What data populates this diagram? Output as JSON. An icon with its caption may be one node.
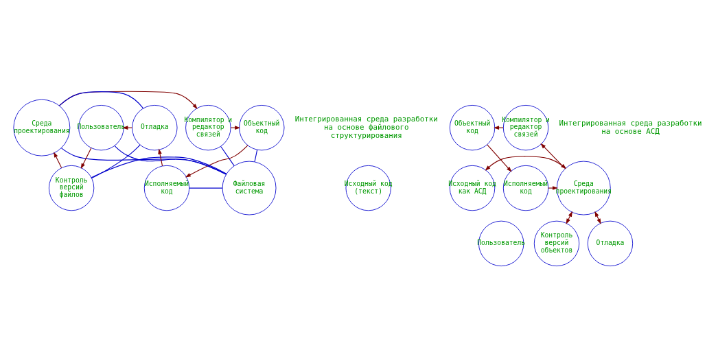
{
  "diagram": {
    "nodes": [
      {
        "text": [
          "Среда проектирования"
        ]
      },
      {
        "text": [
          "Компилятор и редактор связей"
        ]
      },
      {
        "text": [
          "Исходный код (текст)"
        ]
      },
      {
        "text": [
          "Объектный код"
        ]
      },
      {
        "text": [
          "Контроль версий файлов"
        ]
      },
      {
        "text": [
          "Файловая система"
        ]
      },
      {
        "text": [
          "Пользователь"
        ]
      },
      {
        "text": [
          "Исполняемый код"
        ]
      },
      {
        "text": [
          "Отладка"
        ]
      },
      {
        "text": [
          "Компилятор и редактор связей"
        ]
      },
      {
        "text": [
          "Объектный код"
        ]
      },
      {
        "text": [
          "Исходный код как АСД"
        ]
      },
      {
        "text": [
          "Среда проектирования"
        ]
      },
      {
        "text": [
          "Контроль версий объектов"
        ]
      },
      {
        "text": [
          "Исполняемый код"
        ]
      },
      {
        "text": [
          "Пользователь"
        ]
      },
      {
        "text": [
          "Отладка"
        ]
      }
    ],
    "edges": [
      {
        "from": 4,
        "to": 0,
        "arrow": "to"
      },
      {
        "from": 0,
        "to": 1,
        "arrow": "to"
      },
      {
        "from": 1,
        "to": 3,
        "arrow": "to"
      },
      {
        "from": 3,
        "to": 7,
        "arrow": "to"
      },
      {
        "from": 7,
        "to": 8,
        "arrow": "to"
      },
      {
        "from": 8,
        "to": 6,
        "arrow": "to"
      },
      {
        "from": 6,
        "to": 4,
        "arrow": "to"
      },
      {
        "from": 0,
        "to": 5,
        "arrow": "none",
        "color": "#0000cc"
      },
      {
        "from": 1,
        "to": 5,
        "arrow": "none",
        "color": "#0000cc"
      },
      {
        "from": 4,
        "to": 5,
        "arrow": "none",
        "color": "#0000cc"
      },
      {
        "from": 3,
        "to": 5,
        "arrow": "none",
        "color": "#0000cc"
      },
      {
        "from": 6,
        "to": 5,
        "arrow": "none",
        "color": "#0000cc"
      },
      {
        "from": 5,
        "to": 7,
        "arrow": "none",
        "color": "#0000cc"
      },
      {
        "from": 0,
        "to": 8,
        "arrow": "none",
        "color": "#0000cc"
      },
      {
        "from": 4,
        "to": 8,
        "arrow": "none",
        "color": "#0000cc"
      },
      {
        "from": 11,
        "to": 12,
        "arrow": "both"
      },
      {
        "from": 13,
        "to": 12,
        "arrow": "both"
      },
      {
        "from": 12,
        "to": 9,
        "arrow": "to"
      },
      {
        "from": 9,
        "to": 10,
        "arrow": "to"
      },
      {
        "from": 10,
        "to": 14,
        "arrow": "to"
      },
      {
        "from": 14,
        "to": 12,
        "arrow": "to"
      },
      {
        "from": 12,
        "to": 16,
        "arrow": "both"
      }
    ],
    "labels": [
      "Интегрированная среда разработки на основе файлового структурирования",
      "Интегрированная среда разработки на основе АСД"
    ]
  }
}
